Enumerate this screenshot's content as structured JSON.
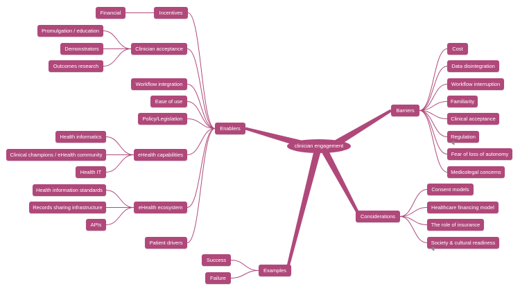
{
  "colors": {
    "node": "#b0487a",
    "line": "#b0487a"
  },
  "center": "clinician engagement",
  "enablers": {
    "label": "Enablers",
    "incentives": {
      "label": "Incentives",
      "children": [
        "Financial"
      ]
    },
    "clinician_acceptance": {
      "label": "Clinician acceptance",
      "children": [
        "Promulgation / education",
        "Demonstrators",
        "Outcomes research"
      ]
    },
    "workflow_integration": "Workflow integration",
    "ease_of_use": "Ease of use",
    "policy_legislation": "Policy/Legislation",
    "ehealth_capabilities": {
      "label": "eHealth capabilities",
      "children": [
        "Health informatics",
        "Clinical champions / eHealth community",
        "Health IT"
      ]
    },
    "ehealth_ecosystem": {
      "label": "eHealth ecosystem",
      "children": [
        "Health information standards",
        "Records sharing infrastructure",
        "APIs"
      ]
    },
    "patient_drivers": "Patient drivers"
  },
  "barriers": {
    "label": "Barriers",
    "children": [
      "Cost",
      "Data disintegration",
      "Workflow interruption",
      "Familiarity",
      "Clinical acceptance",
      "Regulation",
      "Fear of loss of autonomy",
      "Medicolegal concerns"
    ]
  },
  "considerations": {
    "label": "Considerations",
    "children": [
      "Consent models",
      "Healthcare financing model",
      "The role of insurance",
      "Society & cultural readiness"
    ]
  },
  "examples": {
    "label": "Examples",
    "children": [
      "Success",
      "Failure"
    ]
  }
}
